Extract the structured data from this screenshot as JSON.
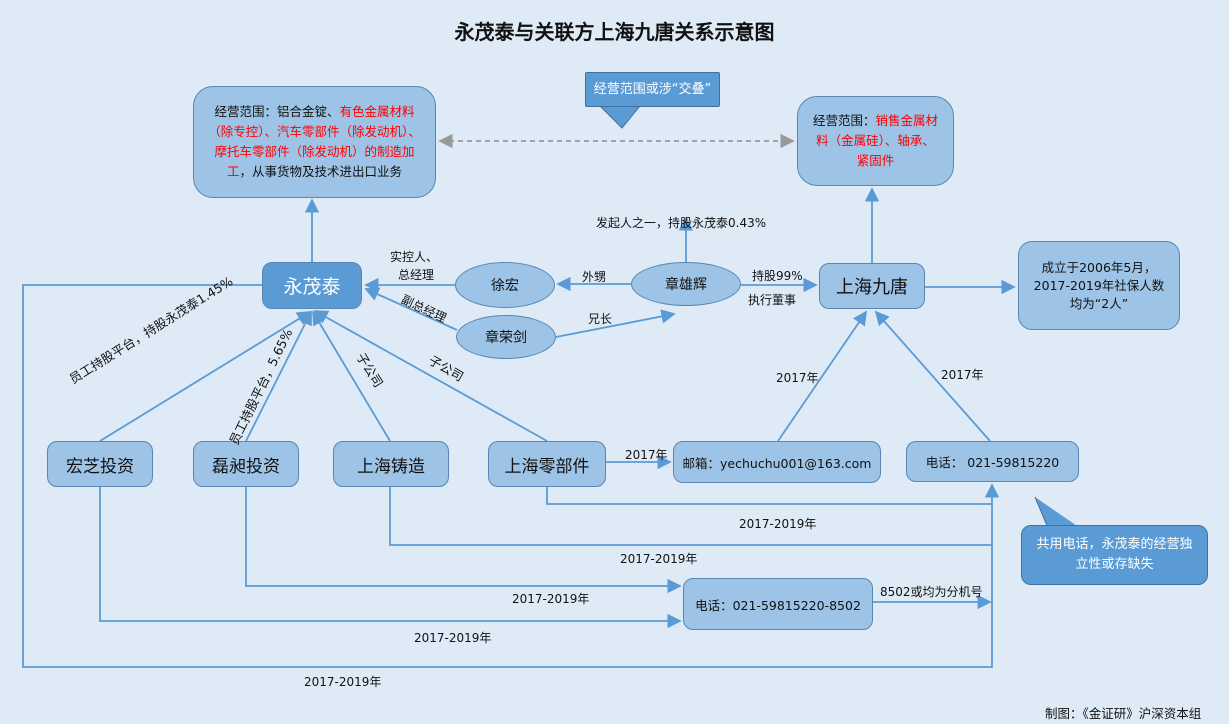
{
  "title": "永茂泰与关联方上海九唐关系示意图",
  "scope_yongmaotai": {
    "prefix": "经营范围：铝合金锭、",
    "red1": "有色金属材料（除专控）、汽车零部件（除发动机）、摩托车零部件（除发动机）的制造加工",
    "suffix": "，从事货物及技术进出口业务"
  },
  "scope_jiutang": {
    "prefix": "经营范围：",
    "red": "销售金属材料（金属硅）、轴承、紧固件"
  },
  "callout_overlap": "经营范围或涉“交叠”",
  "callout_phone": "共用电话，永茂泰的经营独立性或存缺失",
  "nodes": {
    "yongmaotai": "永茂泰",
    "jiutang": "上海九唐",
    "xuhong": "徐宏",
    "zhangrongjian": "章荣剑",
    "zhangxionghui": "章雄辉",
    "hongzhi": "宏芝投资",
    "leichang": "磊昶投资",
    "zhuzao": "上海铸造",
    "lingbujian": "上海零部件",
    "email": "邮箱：yechuchu001@163.com",
    "phone1": "电话：  021-59815220",
    "phone2": "电话：021-59815220-8502",
    "jiutang_info": "成立于2006年5月，2017-2019年社保人数均为“2人”"
  },
  "labels": {
    "founder": "发起人之一，持股永茂泰0.43%",
    "controller1": "实控人、",
    "controller2": "总经理",
    "nephew": "外甥",
    "vice_gm": "副总经理",
    "elder_brother": "兄长",
    "share99": "持股99%",
    "exec_director": "执行董事",
    "hongzhi_edge": "员工持股平台，持股永茂泰1.45%",
    "leichang_edge": "员工持股平台，5.65%",
    "zhuzao_edge": "子公司",
    "lingbujian_edge": "子公司",
    "y2017_a": "2017年",
    "y2017_b": "2017年",
    "y2017_c": "2017年",
    "y1719_a": "2017-2019年",
    "y1719_b": "2017-2019年",
    "y1719_c": "2017-2019年",
    "y1719_d": "2017-2019年",
    "y1719_e": "2017-2019年",
    "extension": "8502或均为分机号"
  },
  "credit": "制图：《金证研》沪深资本组"
}
